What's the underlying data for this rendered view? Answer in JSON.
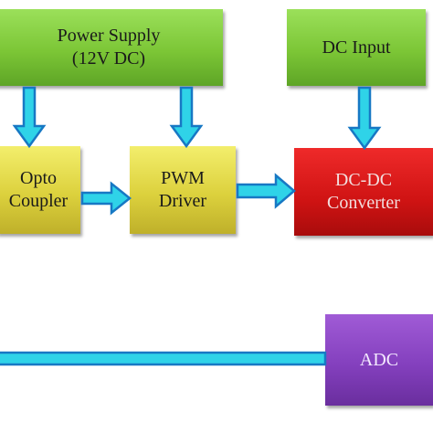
{
  "blocks": {
    "power_supply": {
      "line1": "Power Supply",
      "line2": "(12V DC)"
    },
    "dc_input": {
      "line1": "DC Input"
    },
    "opto_coupler": {
      "line1": "Opto",
      "line2": "Coupler"
    },
    "pwm_driver": {
      "line1": "PWM",
      "line2": "Driver"
    },
    "dc_dc_converter": {
      "line1": "DC-DC",
      "line2": "Converter"
    },
    "adc": {
      "line1": "ADC"
    }
  },
  "colors": {
    "power_block": "#7cc636",
    "driver_block": "#dcd13d",
    "converter_block": "#cf1313",
    "adc_block": "#8440be",
    "arrow_fill": "#2fd3e8",
    "arrow_stroke": "#1778c4"
  }
}
